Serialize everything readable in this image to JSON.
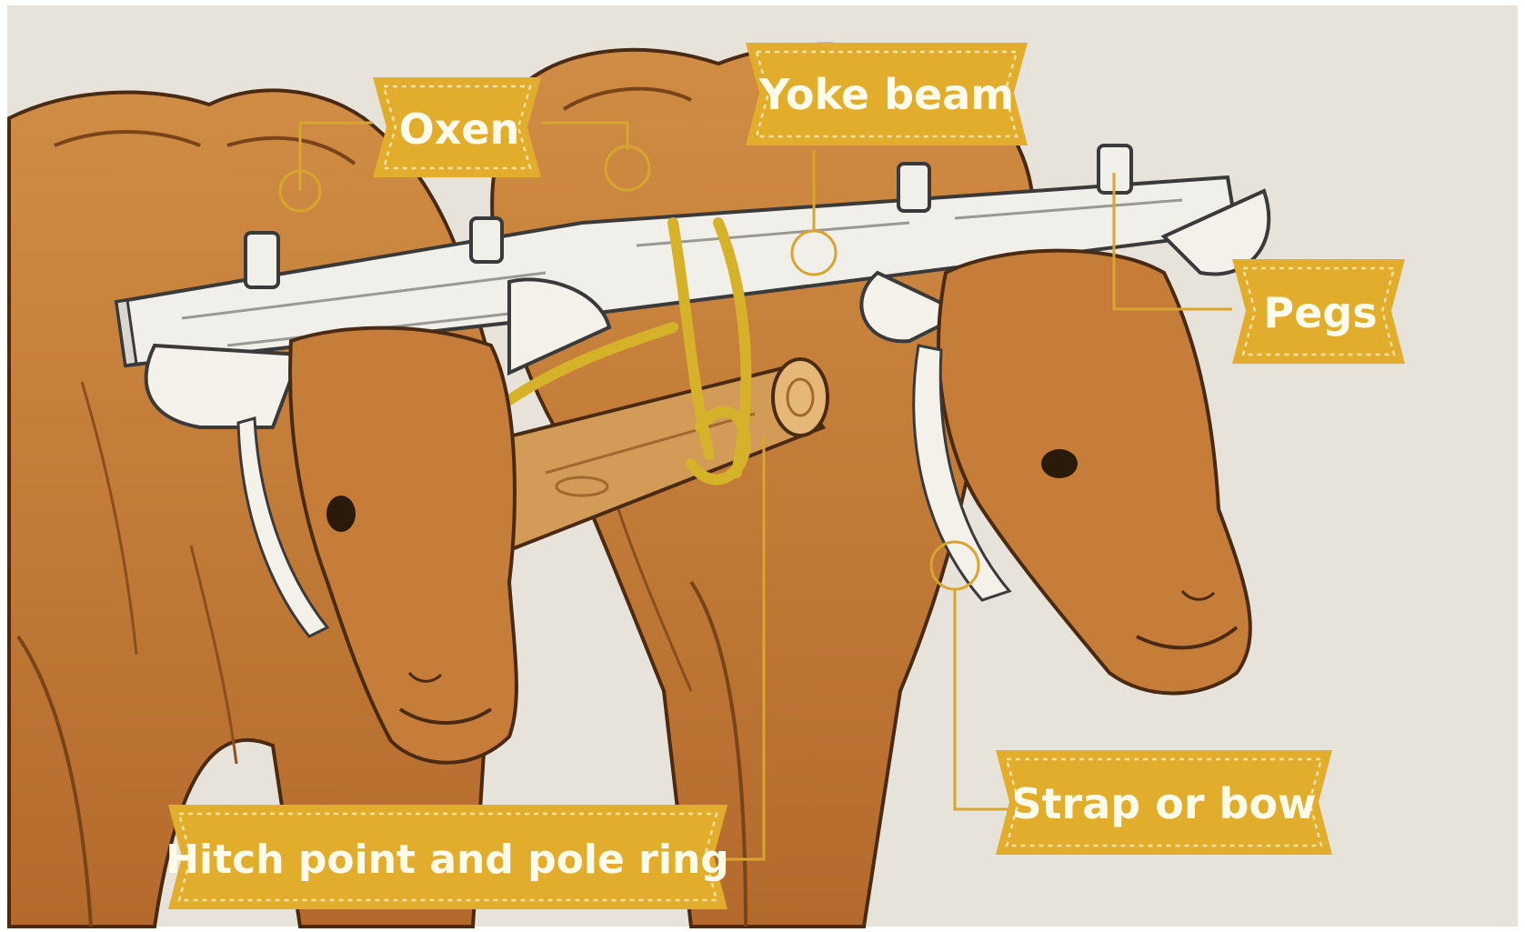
{
  "labels": {
    "oxen": "Oxen",
    "yoke_beam": "Yoke beam",
    "pegs": "Pegs",
    "strap_or_bow": "Strap or bow",
    "hitch_point": "Hitch point and pole ring"
  },
  "colors": {
    "background": "#e8e3da",
    "label_fill": "#e2ad2c",
    "label_stitch": "#f7e2a4",
    "label_text": "#fffbea",
    "leader_line": "#d8a52e",
    "ox_body": "#c9803a",
    "ox_shadow": "#a35f26",
    "ox_outline": "#4a2a12",
    "horn": "#f4f1ea",
    "yoke_wood": "#f1efea",
    "pole_wood": "#d29b57",
    "rope": "#d6b12a"
  }
}
